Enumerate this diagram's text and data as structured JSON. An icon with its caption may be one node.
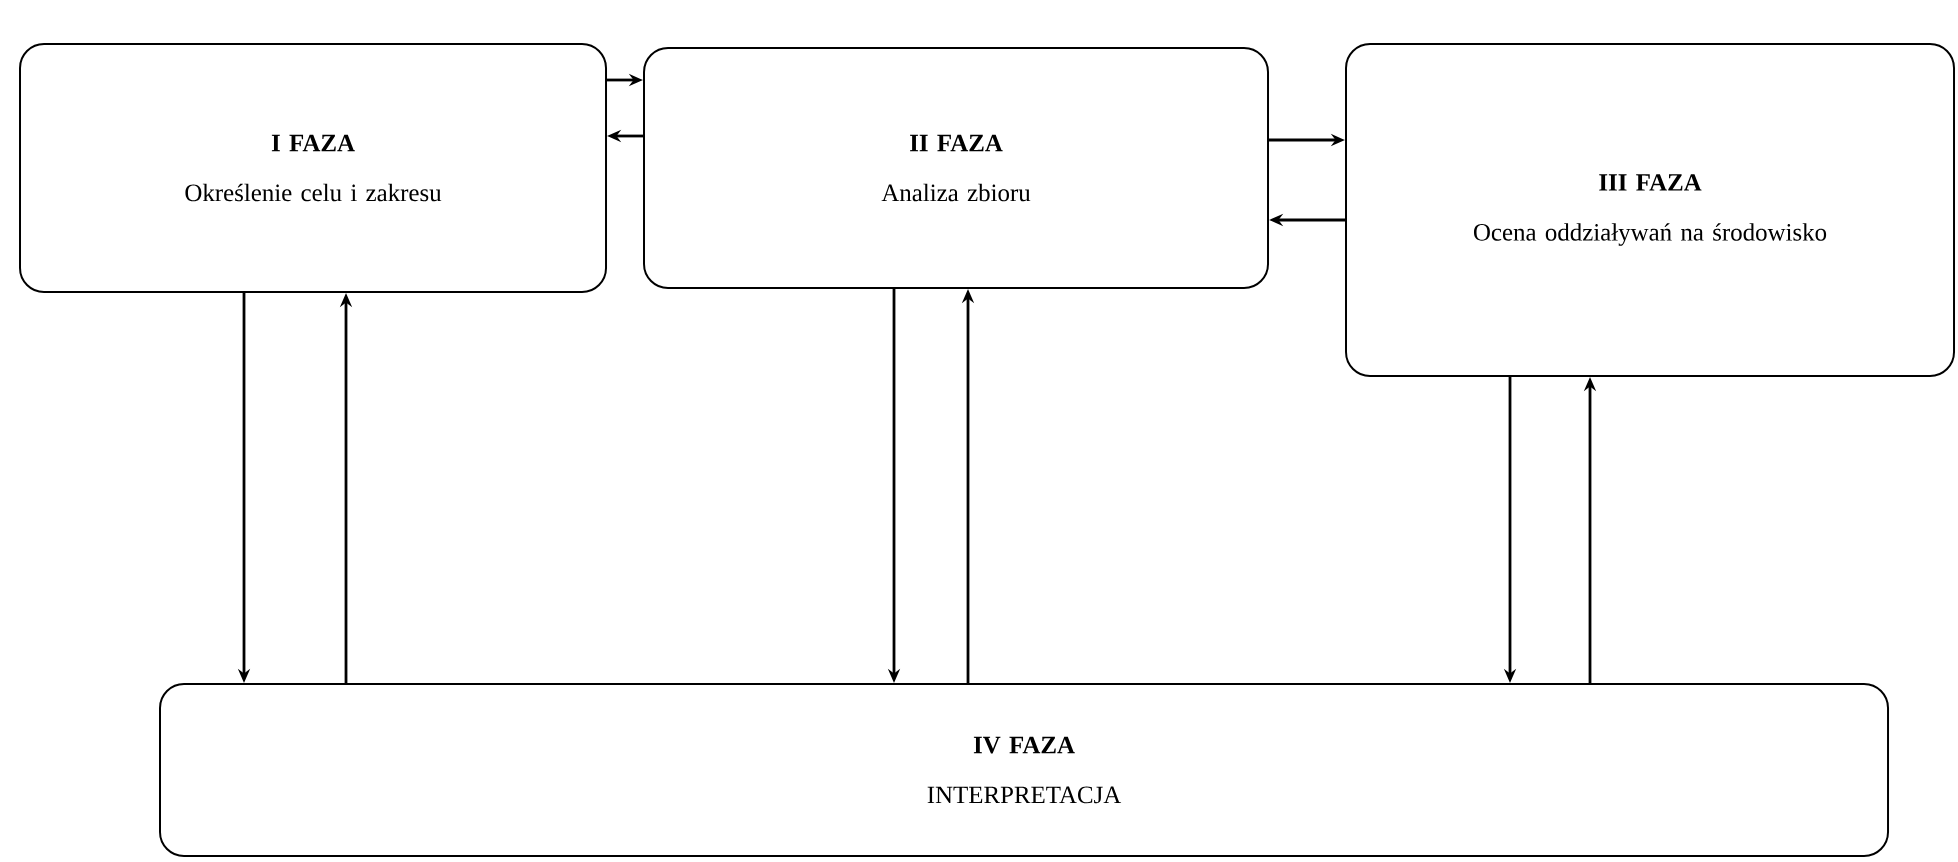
{
  "diagram": {
    "nodes": [
      {
        "text": [
          "I FAZA",
          "Określenie celu i zakresu"
        ]
      },
      {
        "text": [
          "II FAZA",
          "Analiza zbioru"
        ]
      },
      {
        "text": [
          "III FAZA",
          "Ocena oddziaływań na środowisko"
        ]
      },
      {
        "text": [
          "IV FAZA",
          "INTERPRETACJA"
        ]
      }
    ],
    "edges": [
      {
        "from": 0,
        "to": 1,
        "arrow": "to"
      },
      {
        "from": 1,
        "to": 0,
        "arrow": "to"
      },
      {
        "from": 1,
        "to": 2,
        "arrow": "to"
      },
      {
        "from": 2,
        "to": 1,
        "arrow": "to"
      },
      {
        "from": 0,
        "to": 3,
        "arrow": "to"
      },
      {
        "from": 3,
        "to": 0,
        "arrow": "to"
      },
      {
        "from": 1,
        "to": 3,
        "arrow": "to"
      },
      {
        "from": 3,
        "to": 1,
        "arrow": "to"
      },
      {
        "from": 2,
        "to": 3,
        "arrow": "to"
      },
      {
        "from": 3,
        "to": 2,
        "arrow": "to"
      }
    ]
  }
}
